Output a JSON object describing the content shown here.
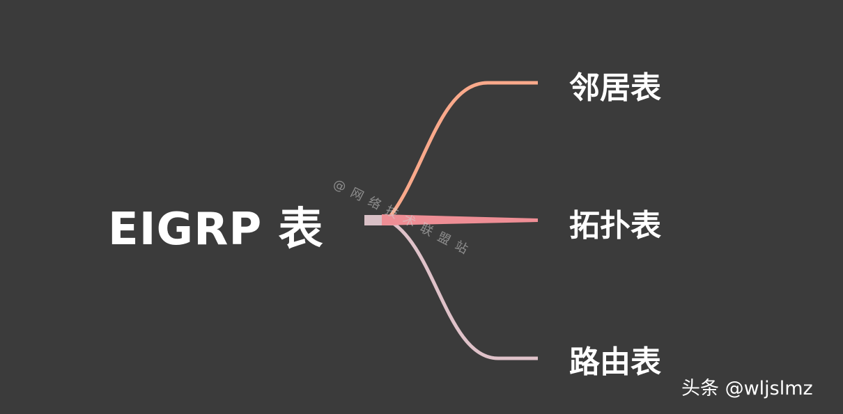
{
  "root": {
    "label": "EIGRP 表"
  },
  "branches": [
    {
      "label": "邻居表",
      "color": "#f9a98b"
    },
    {
      "label": "拓扑表",
      "color": "#ee8e95"
    },
    {
      "label": "路由表",
      "color": "#dfc2c9"
    }
  ],
  "root_connector_color": "#d9c0c6",
  "watermark": "@网络技术联盟站",
  "credit": "头条 @wljslmz",
  "colors": {
    "background": "#3b3b3b",
    "text": "#ffffff"
  }
}
